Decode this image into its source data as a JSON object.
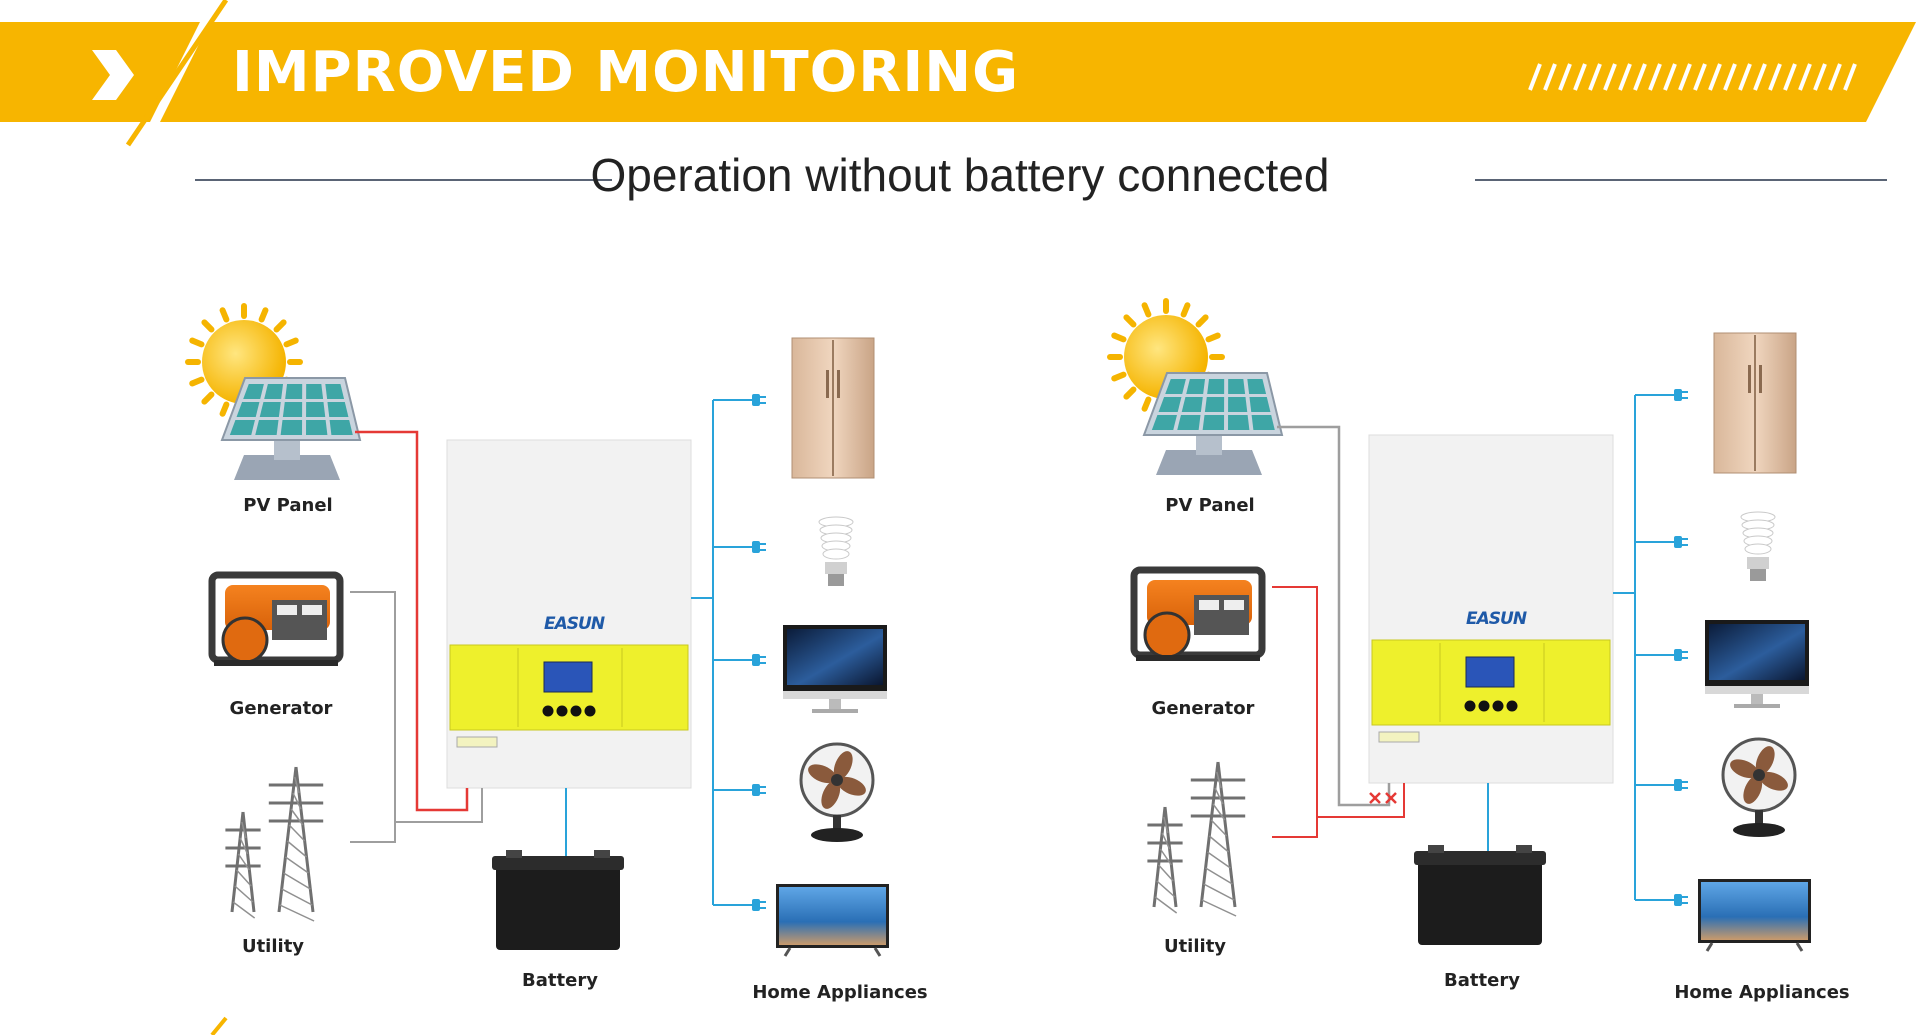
{
  "header": {
    "title": "IMPROVED MONITORING",
    "accent_color": "#F7B500",
    "chevron_icon": "chevron-right-icon"
  },
  "subtitle": "Operation without battery connected",
  "panels": [
    {
      "labels": {
        "pv": "PV Panel",
        "generator": "Generator",
        "utility": "Utility",
        "battery": "Battery",
        "appliances": "Home Appliances"
      },
      "brand": "EASUN",
      "pv_line_color": "#E53935",
      "generator_line_color": "#9E9E9E",
      "utility_line_color": "#9E9E9E",
      "disconnected_marks": false
    },
    {
      "labels": {
        "pv": "PV Panel",
        "generator": "Generator",
        "utility": "Utility",
        "battery": "Battery",
        "appliances": "Home Appliances"
      },
      "brand": "EASUN",
      "pv_line_color": "#9E9E9E",
      "generator_line_color": "#E53935",
      "utility_line_color": "#E53935",
      "disconnected_marks": true
    }
  ],
  "colors": {
    "load_line": "#29A3DA",
    "inverter_panel": "#EEF02C",
    "inverter_body": "#F2F2F2"
  }
}
